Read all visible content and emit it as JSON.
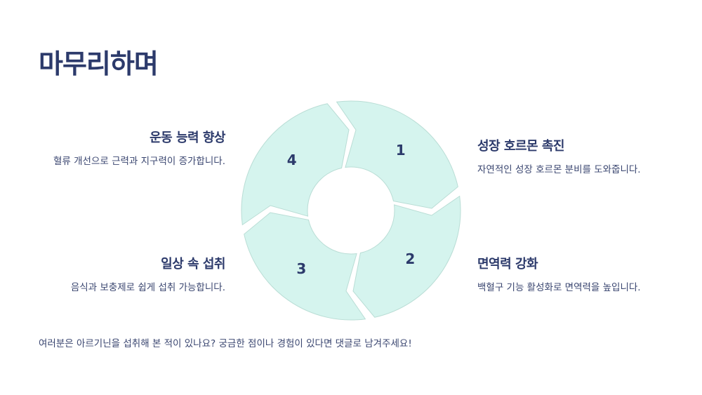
{
  "title": "마무리하며",
  "items": [
    {
      "number": "1",
      "heading": "운동 능력 향상",
      "text": "혈류 개선으로 근력과 지구력이 증가합니다."
    },
    {
      "number": "2",
      "heading": "성장 호르몬 촉진",
      "text": "자연적인 성장 호르몬 분비를 도와줍니다."
    },
    {
      "number": "3",
      "heading": "면역력 강화",
      "text": "백혈구 기능 활성화로 면역력을 높입니다."
    },
    {
      "number": "4",
      "heading": "일상 속 섭취",
      "text": "음식과 보충제로 쉽게 섭취 가능합니다."
    }
  ],
  "footer": "여러분은 아르기닌을 섭취해 본 적이 있나요? 궁금한 점이나 경험이 있다면 댓글로 남겨주세요!",
  "colors": {
    "segment_fill": "#d5f4ee",
    "segment_stroke": "#b9ddd5",
    "heading": "#2c3a6b",
    "body_text": "#3a4670"
  }
}
